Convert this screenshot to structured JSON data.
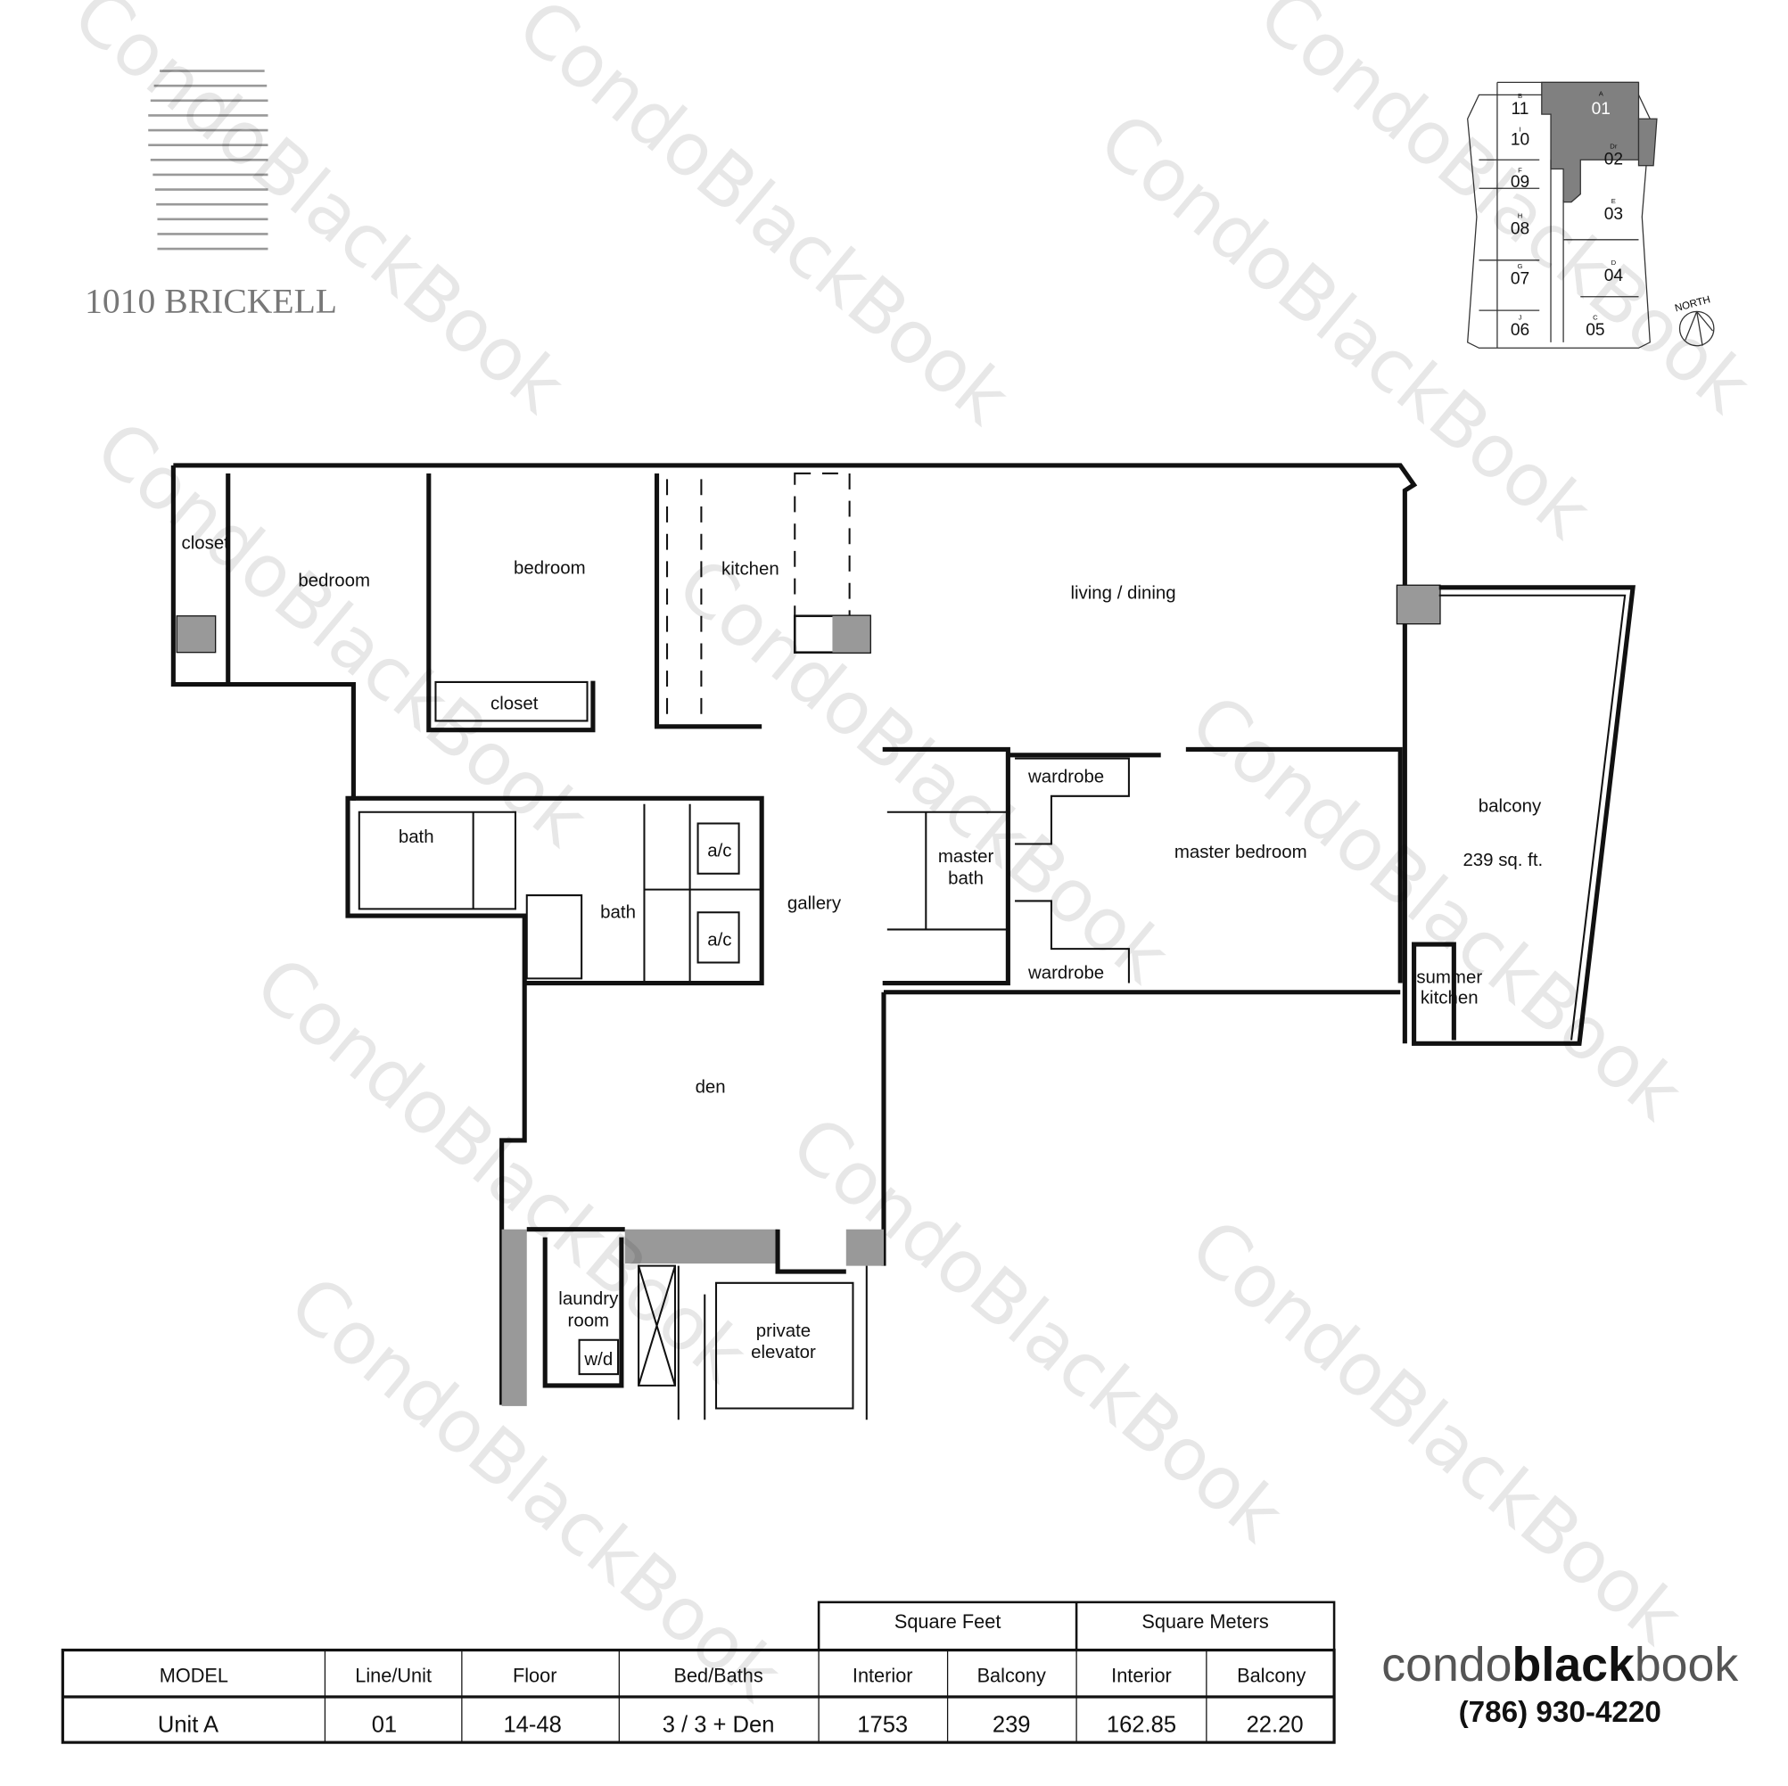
{
  "logo": {
    "name": "1010 BRICKELL"
  },
  "watermark": "CondoBlackBook",
  "key_plan": {
    "highlight_color": "#808080",
    "units": [
      {
        "letter": "B",
        "number": "11"
      },
      {
        "letter": "A",
        "number": "01"
      },
      {
        "letter": "I",
        "number": "10"
      },
      {
        "letter": "Dr",
        "number": "02"
      },
      {
        "letter": "F",
        "number": "09"
      },
      {
        "letter": "E",
        "number": "03"
      },
      {
        "letter": "H",
        "number": "08"
      },
      {
        "letter": "G",
        "number": "07"
      },
      {
        "letter": "D",
        "number": "04"
      },
      {
        "letter": "J",
        "number": "06"
      },
      {
        "letter": "C",
        "number": "05"
      }
    ],
    "compass": "NORTH"
  },
  "rooms": {
    "closet1": "closet",
    "bedroom1": "bedroom",
    "bedroom2": "bedroom",
    "closet2": "closet",
    "kitchen": "kitchen",
    "living": "living / dining",
    "bath1": "bath",
    "bath2": "bath",
    "ac1": "a/c",
    "ac2": "a/c",
    "gallery": "gallery",
    "den": "den",
    "wardrobe1": "wardrobe",
    "wardrobe2": "wardrobe",
    "master_bath_1": "master",
    "master_bath_2": "bath",
    "master_bedroom": "master bedroom",
    "balcony": "balcony",
    "balcony_area": "239 sq. ft.",
    "summer_kitchen_1": "summer",
    "summer_kitchen_2": "kitchen",
    "laundry_1": "laundry",
    "laundry_2": "room",
    "wd": "w/d",
    "elevator_1": "private",
    "elevator_2": "elevator"
  },
  "table": {
    "group_headers": [
      "Square Feet",
      "Square Meters"
    ],
    "headers": [
      "MODEL",
      "Line/Unit",
      "Floor",
      "Bed/Baths",
      "Interior",
      "Balcony",
      "Interior",
      "Balcony"
    ],
    "row": [
      "Unit A",
      "01",
      "14-48",
      "3 / 3 + Den",
      "1753",
      "239",
      "162.85",
      "22.20"
    ]
  },
  "brand": {
    "part1": "condo",
    "part2": "black",
    "part3": "book",
    "phone": "(786) 930-4220"
  }
}
